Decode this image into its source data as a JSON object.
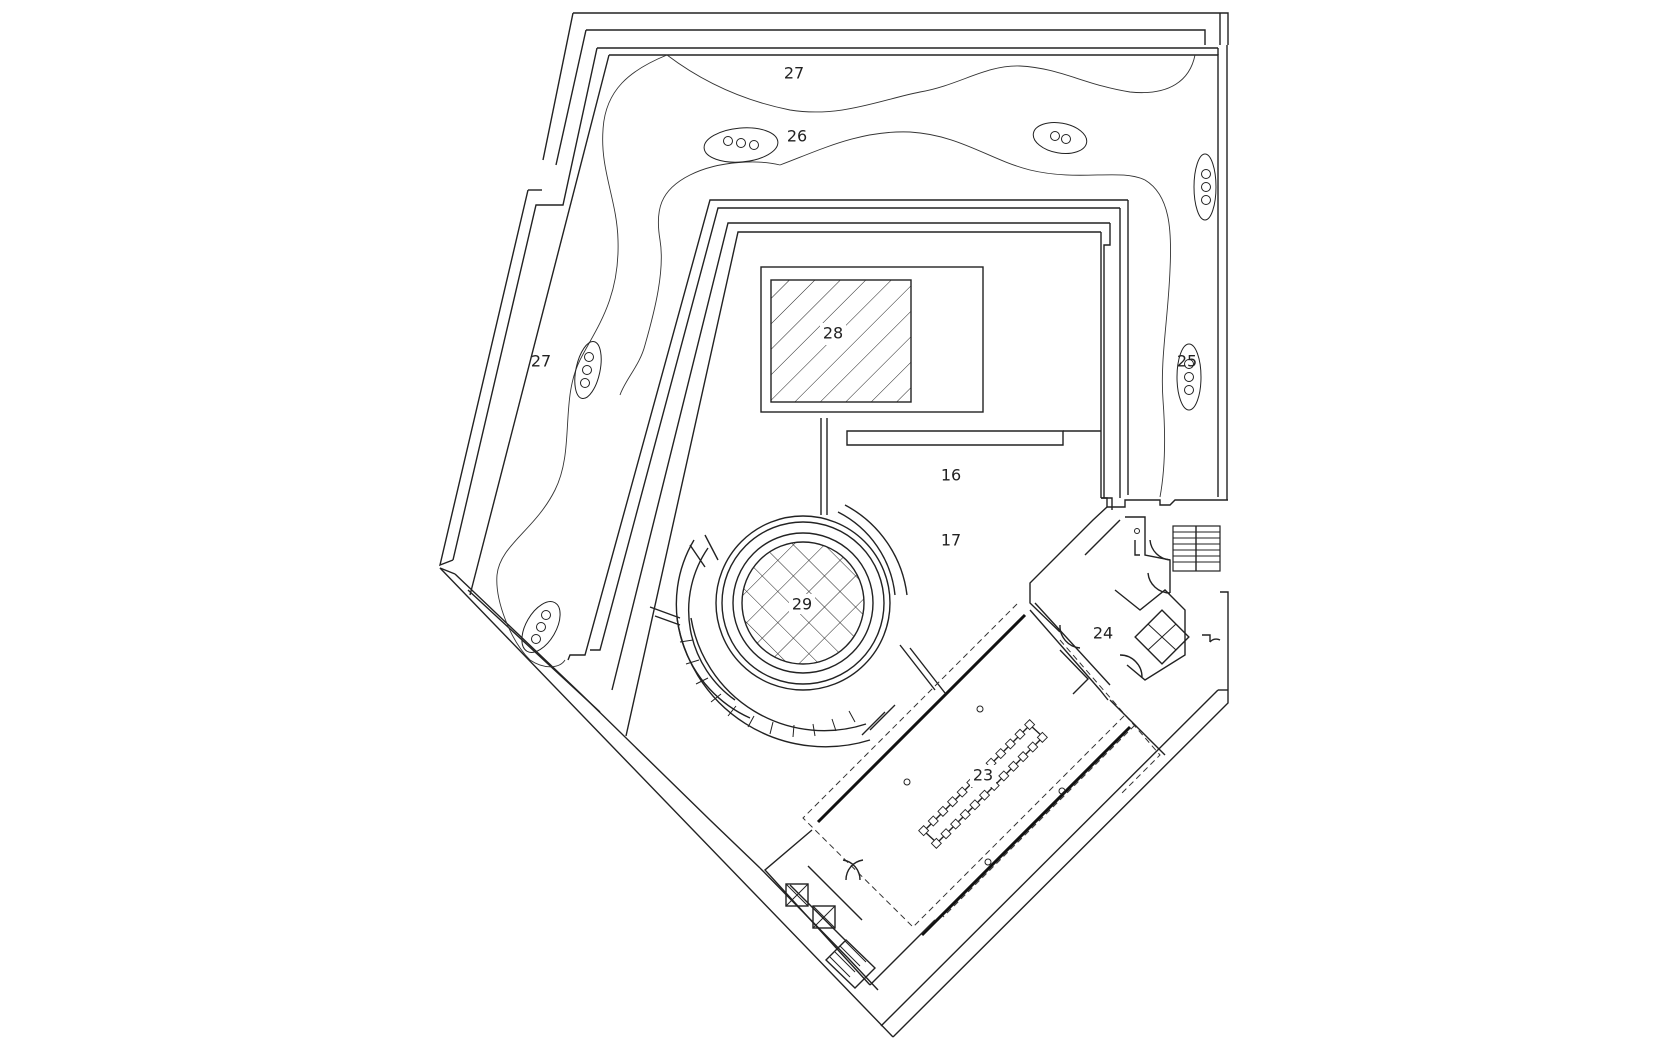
{
  "rooms": {
    "r16": "16",
    "r17": "17",
    "r23": "23",
    "r24": "24",
    "r25": "25",
    "r26": "26",
    "r27_top": "27",
    "r27_left": "27",
    "r28": "28",
    "r29": "29"
  },
  "colors": {
    "line": "#222222",
    "background": "#ffffff"
  }
}
